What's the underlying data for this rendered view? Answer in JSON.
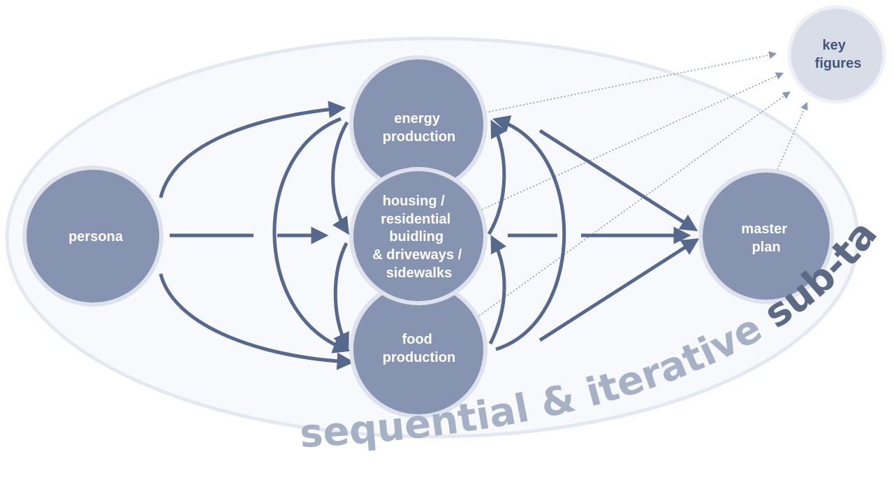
{
  "diagram": {
    "nodes": {
      "persona": "persona",
      "energy": [
        "energy",
        "production"
      ],
      "housing": [
        "housing  /",
        "residential",
        "buidling",
        "& driveways  /",
        "sidewalks"
      ],
      "food": [
        "food",
        "production"
      ],
      "master": [
        "master",
        "plan"
      ],
      "key": [
        "key",
        "figures"
      ]
    },
    "caption": {
      "part1": "sequential & iterative ",
      "part2": "sub-tasks"
    }
  },
  "colors": {
    "node_fill": "#8794b1",
    "node_ring": "#dde2ec",
    "arrow": "#56688c",
    "ellipse_fill": "#f7f9fc",
    "ellipse_stroke": "#e3e8f1",
    "key_fill": "#d9dde8",
    "caption_light": "#a7b1c6",
    "caption_dark": "#5d6a84"
  }
}
